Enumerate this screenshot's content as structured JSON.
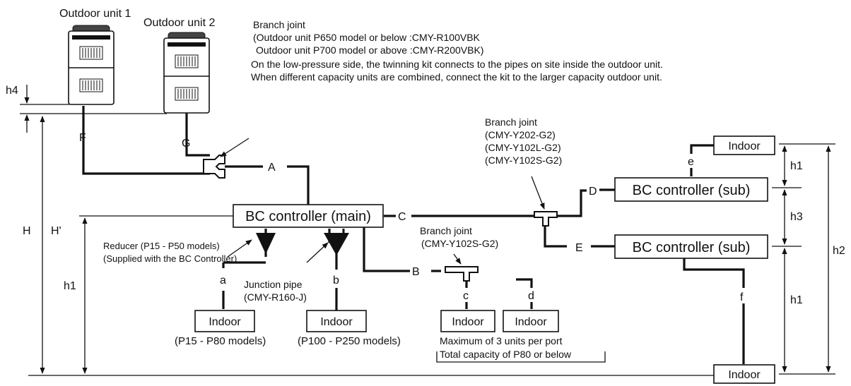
{
  "outdoor_units": {
    "unit1_label": "Outdoor unit 1",
    "unit2_label": "Outdoor unit 2"
  },
  "twinning_note": {
    "title": "Branch joint",
    "line1": "(Outdoor unit P650 model or below :CMY-R100VBK",
    "line2": "Outdoor unit P700 model or above :CMY-R200VBK)",
    "line3": "On the low-pressure side, the twinning kit connects to the pipes on site inside the outdoor unit.",
    "line4": "When different capacity units are combined, connect the kit to the larger capacity outdoor unit."
  },
  "bc_branch_note": {
    "title": "Branch joint",
    "line1": "(CMY-Y202-G2)",
    "line2": "(CMY-Y102L-G2)",
    "line3": "(CMY-Y102S-G2)"
  },
  "port_branch_note": {
    "title": "Branch joint",
    "line1": "(CMY-Y102S-G2)"
  },
  "controllers": {
    "main": "BC controller (main)",
    "sub1": "BC controller (sub)",
    "sub2": "BC controller (sub)"
  },
  "indoor_label": "Indoor",
  "reducer_note": {
    "line1": "Reducer (P15 - P50 models)",
    "line2": "(Supplied with the BC Controller)"
  },
  "junction_note": {
    "line1": "Junction pipe",
    "line2": "(CMY-R160-J)"
  },
  "model_notes": {
    "small": "(P15 - P80 models)",
    "large": "(P100 - P250 models)",
    "max_units": "Maximum of 3 units per port",
    "total_capacity": "Total capacity of P80 or below"
  },
  "pipe_labels": {
    "A": "A",
    "B": "B",
    "C": "C",
    "D": "D",
    "E": "E",
    "F": "F",
    "G": "G",
    "a": "a",
    "b": "b",
    "c": "c",
    "d": "d",
    "e": "e",
    "f": "f"
  },
  "dimension_labels": {
    "h4": "h4",
    "H": "H",
    "H_prime": "H'",
    "h1": "h1",
    "h2": "h2",
    "h3": "h3"
  }
}
